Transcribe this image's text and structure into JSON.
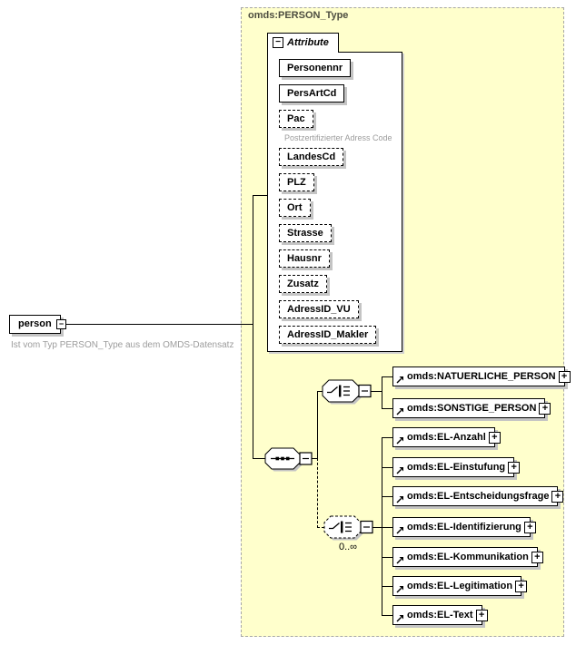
{
  "frame": {
    "type_label": "omds:PERSON_Type"
  },
  "root": {
    "label": "person",
    "annotation": "Ist vom Typ PERSON_Type aus dem OMDS-Datensatz"
  },
  "attributes": {
    "header": "Attribute",
    "items": [
      {
        "label": "Personennr",
        "required": true
      },
      {
        "label": "PersArtCd",
        "required": true
      },
      {
        "label": "Pac",
        "required": false,
        "annotation": "Postzertifizierter Adress Code"
      },
      {
        "label": "LandesCd",
        "required": false
      },
      {
        "label": "PLZ",
        "required": false
      },
      {
        "label": "Ort",
        "required": false
      },
      {
        "label": "Strasse",
        "required": false
      },
      {
        "label": "Hausnr",
        "required": false
      },
      {
        "label": "Zusatz",
        "required": false
      },
      {
        "label": "AdressID_VU",
        "required": false
      },
      {
        "label": "AdressID_Makler",
        "required": false
      }
    ]
  },
  "choice_group": {
    "elements": [
      {
        "label": "omds:NATUERLICHE_PERSON"
      },
      {
        "label": "omds:SONSTIGE_PERSON"
      }
    ]
  },
  "repeat_group": {
    "occurrence": "0..∞",
    "elements": [
      {
        "label": "omds:EL-Anzahl"
      },
      {
        "label": "omds:EL-Einstufung"
      },
      {
        "label": "omds:EL-Entscheidungsfrage"
      },
      {
        "label": "omds:EL-Identifizierung"
      },
      {
        "label": "omds:EL-Kommunikation"
      },
      {
        "label": "omds:EL-Legitimation"
      },
      {
        "label": "omds:EL-Text"
      }
    ]
  },
  "icons": {
    "expand": "+",
    "collapse": "−"
  },
  "colors": {
    "frame_fill": "#ffffcc",
    "frame_border": "#a6a6a6",
    "box_border": "#000000",
    "shadow": "#c4c4c4",
    "type_label": "#4d4d40",
    "annotation": "#9c9c9c"
  }
}
